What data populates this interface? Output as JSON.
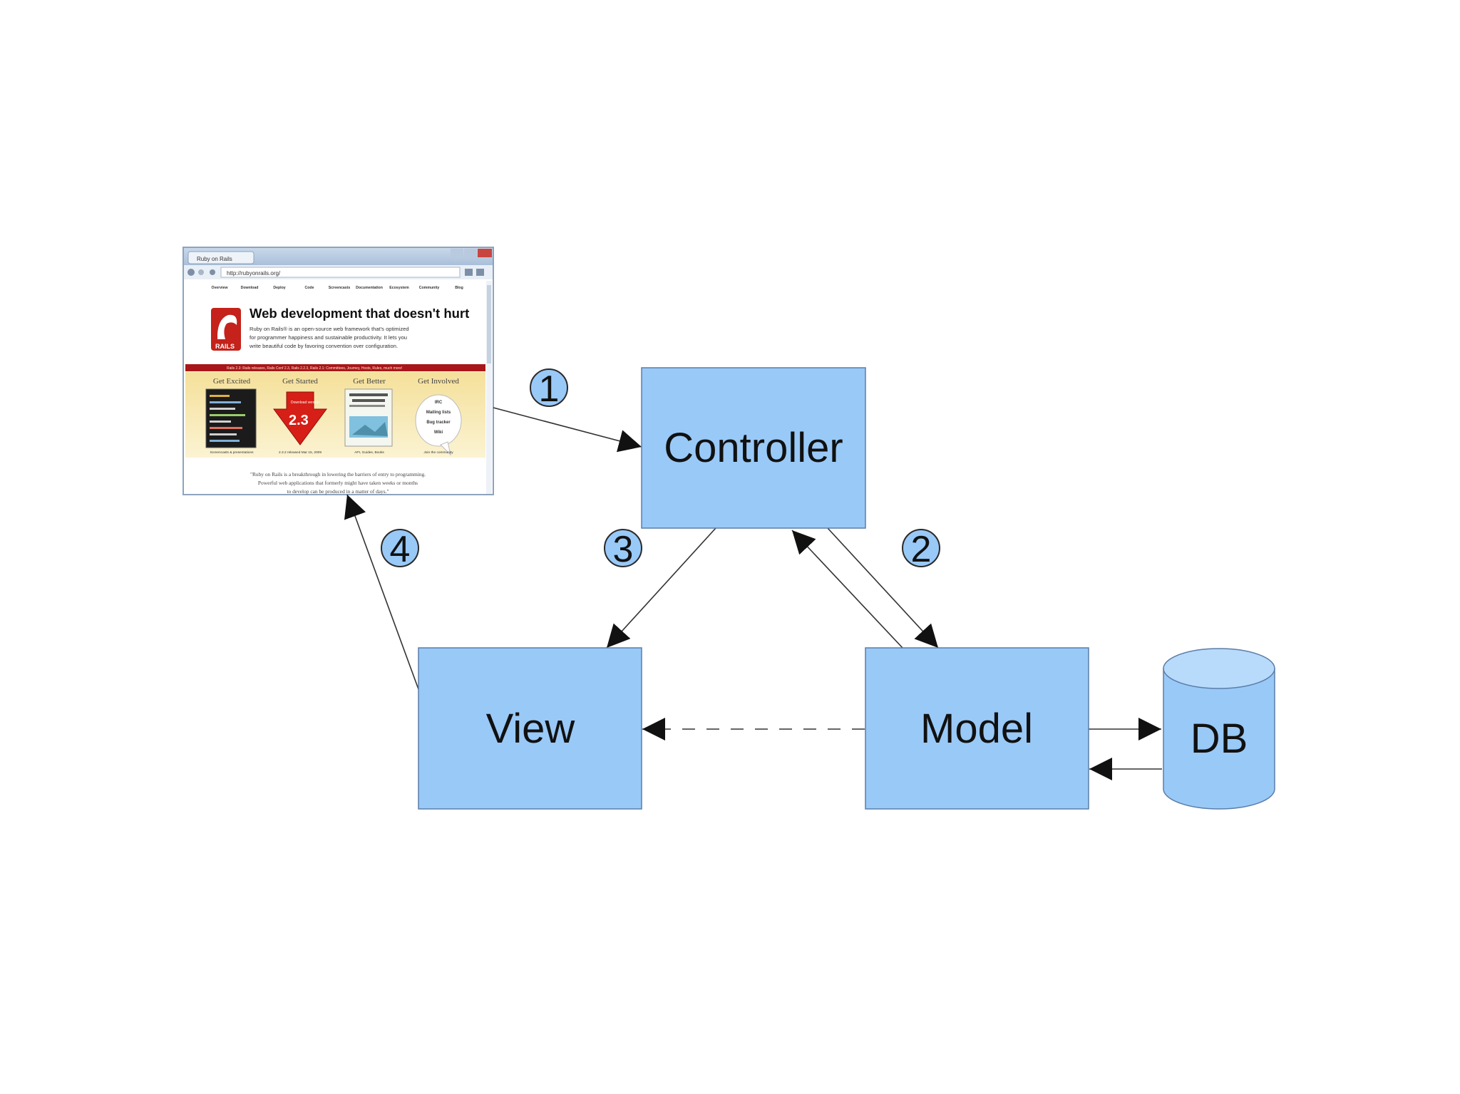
{
  "nodes": {
    "controller": {
      "label": "Controller"
    },
    "view": {
      "label": "View"
    },
    "model": {
      "label": "Model"
    },
    "db": {
      "label": "DB"
    }
  },
  "steps": [
    "1",
    "2",
    "3",
    "4"
  ],
  "browser": {
    "tab_title": "Ruby on Rails",
    "url": "http://rubyonrails.org/",
    "nav_items": [
      "Overview",
      "Download",
      "Deploy",
      "Code",
      "Screencasts",
      "Documentation",
      "Ecosystem",
      "Community",
      "Blog"
    ],
    "headline": "Web development that doesn't hurt",
    "intro_lines": [
      "Ruby on Rails® is an open-source web framework that's optimized",
      "for programmer happiness and sustainable productivity. It lets you",
      "write beautiful code by favoring convention over configuration."
    ],
    "logo_text": "RAILS",
    "banner_text": "Rails 2.3: Rails releases, Rails Conf 2.3, Rails 2.2.3, Rails 2.1: Committees, Journey, Hosts, Rules, much more!",
    "columns": [
      "Get Excited",
      "Get Started",
      "Get Better",
      "Get Involved"
    ],
    "download_label": "Download version",
    "download_version": "2.3",
    "involved_items": [
      "IRC",
      "Mailing lists",
      "Bug tracker",
      "Wiki"
    ],
    "column_links": [
      "Screencasts & presentations",
      "2.3.2 released Mar 15, 2009",
      "API, Guides, Books",
      "Join the community"
    ],
    "quote_lines": [
      "\"Ruby on Rails is a breakthrough in lowering the barriers of entry to programming.",
      "Powerful web applications that formerly might have taken weeks or months",
      "to develop can be produced in a matter of days.\""
    ]
  },
  "colors": {
    "box_fill": "#99c9f7",
    "box_stroke": "#5a7ea8",
    "rails_red": "#c4221a",
    "background": "#ffffff"
  }
}
